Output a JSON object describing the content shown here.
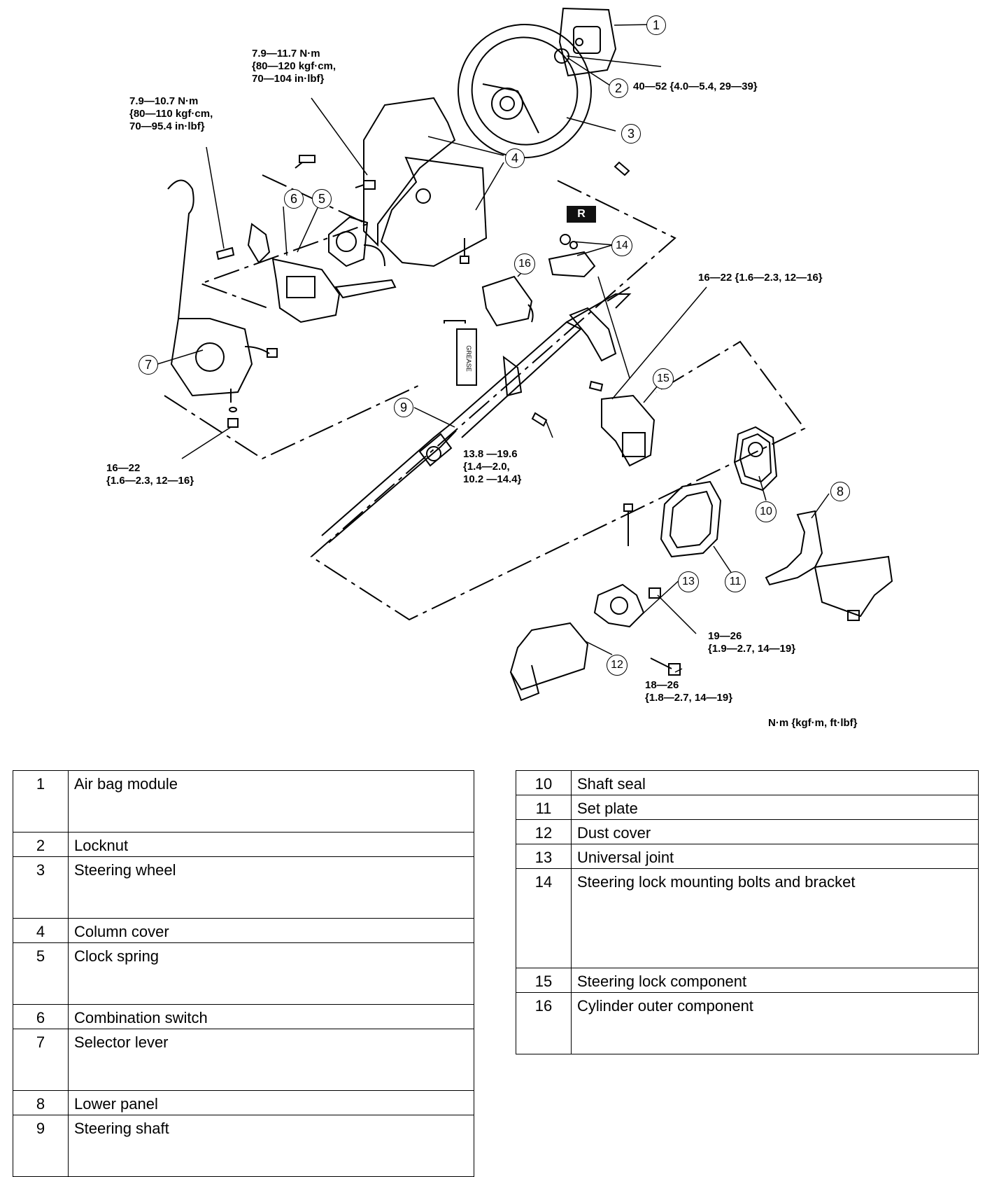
{
  "torques": {
    "t_locknut": "40—52 {4.0—5.4, 29—39}",
    "t_combo_top": "7.9—11.7 N·m\n{80—120 kgf·cm,\n70—104 in·lbf}",
    "t_combo_left": "7.9—10.7 N·m\n{80—110 kgf·cm,\n70—95.4 in·lbf}",
    "t_lock_bracket": "16—22 {1.6—2.3, 12—16}",
    "t_selector": "16—22\n{1.6—2.3, 12—16}",
    "t_shaft_bolt": "13.8 —19.6\n{1.4—2.0,\n10.2 —14.4}",
    "t_ujoint_nut": "19—26\n{1.9—2.7, 14—19}",
    "t_ujoint_bolt": "18—26\n{1.8—2.7, 14—19}"
  },
  "units_note": "N·m {kgf·m, ft·lbf}",
  "r_mark": "R",
  "grease_label": "GREASE",
  "callouts": [
    "1",
    "2",
    "3",
    "4",
    "5",
    "6",
    "7",
    "8",
    "9",
    "10",
    "11",
    "12",
    "13",
    "14",
    "15",
    "16"
  ],
  "legend_left": [
    {
      "num": "1",
      "name": "Air bag module"
    },
    {
      "num": "2",
      "name": "Locknut"
    },
    {
      "num": "3",
      "name": "Steering wheel"
    },
    {
      "num": "4",
      "name": "Column cover"
    },
    {
      "num": "5",
      "name": "Clock spring"
    },
    {
      "num": "6",
      "name": "Combination switch"
    },
    {
      "num": "7",
      "name": "Selector lever"
    },
    {
      "num": "8",
      "name": "Lower panel"
    },
    {
      "num": "9",
      "name": "Steering shaft"
    }
  ],
  "legend_right": [
    {
      "num": "10",
      "name": "Shaft seal"
    },
    {
      "num": "11",
      "name": "Set plate"
    },
    {
      "num": "12",
      "name": "Dust cover"
    },
    {
      "num": "13",
      "name": "Universal joint"
    },
    {
      "num": "14",
      "name": "Steering lock mounting bolts and bracket"
    },
    {
      "num": "15",
      "name": "Steering lock component"
    },
    {
      "num": "16",
      "name": "Cylinder outer component"
    }
  ]
}
